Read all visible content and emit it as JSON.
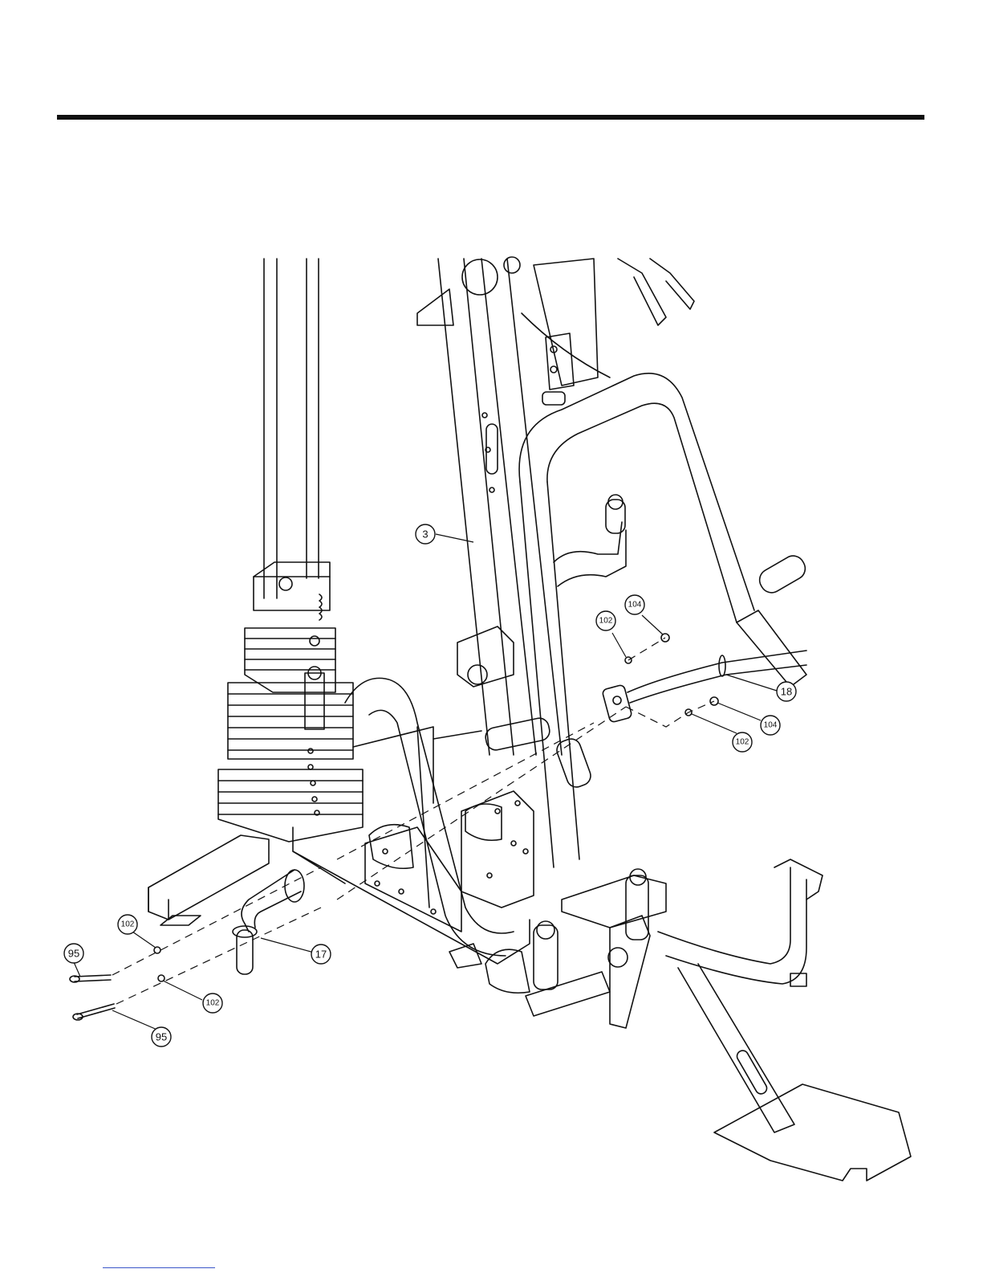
{
  "parts": {
    "p3": "3",
    "p17": "17",
    "p18": "18",
    "p95a": "95",
    "p95b": "95",
    "p102a": "102",
    "p102b": "102",
    "p102c": "102",
    "p102d": "102",
    "p104a": "104",
    "p104b": "104"
  },
  "colors": {
    "ink": "#111111",
    "paper": "#ffffff",
    "link": "#3b55c8"
  }
}
